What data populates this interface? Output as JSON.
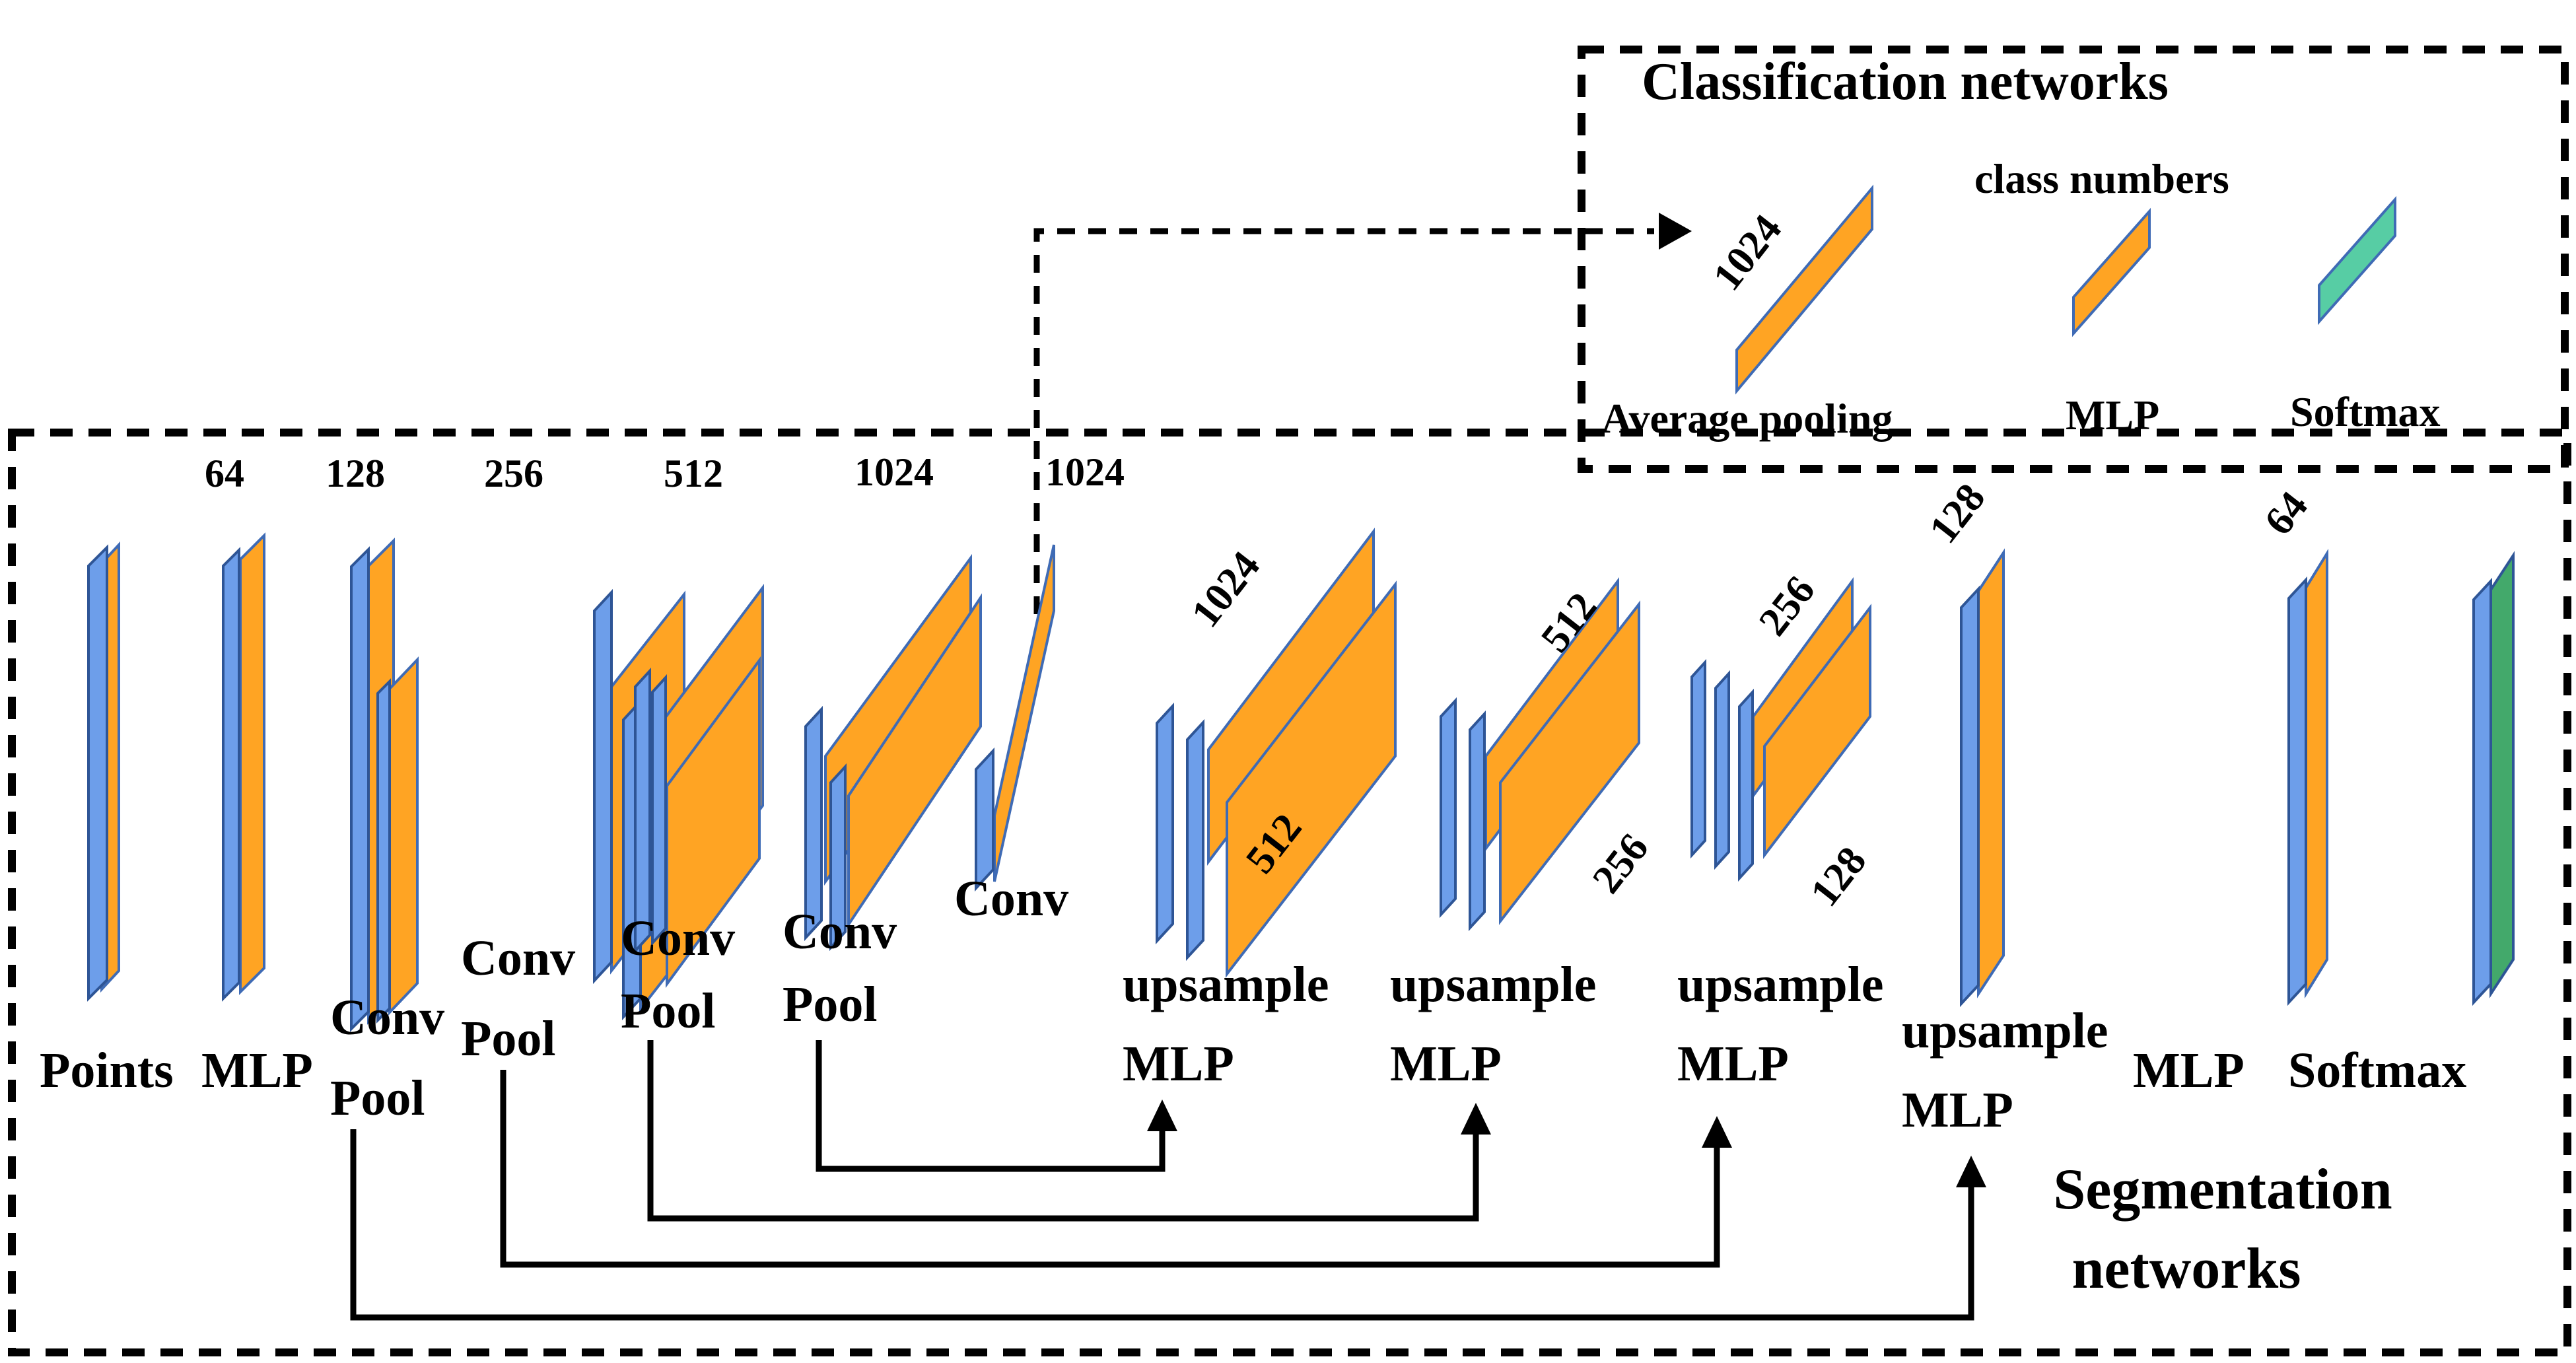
{
  "figure": {
    "type": "neural-network-architecture-diagram",
    "colors": {
      "layer_orange": "#FFA423",
      "layer_blue": "#6D9EEA",
      "softmax_green_classification": "#57CDA4",
      "softmax_green_segmentation": "#43A96B",
      "line_black": "#000000",
      "background": "#FFFFFF"
    }
  },
  "classification_box": {
    "title": "Classification networks",
    "avg_pool_size": "1024",
    "avg_pool_label": "Average pooling",
    "class_numbers_label": "class numbers",
    "mlp_label": "MLP",
    "softmax_label": "Softmax"
  },
  "segmentation_box": {
    "title_line1": "Segmentation",
    "title_line2": "networks",
    "columns": [
      {
        "id": "points",
        "label": "Points"
      },
      {
        "id": "mlp64",
        "label": "MLP",
        "channels": "64"
      },
      {
        "id": "convpool1",
        "line1": "Conv",
        "line2": "Pool",
        "channels": "128"
      },
      {
        "id": "convpool2",
        "line1": "Conv",
        "line2": "Pool",
        "channels": "256"
      },
      {
        "id": "convpool3",
        "line1": "Conv",
        "line2": "Pool",
        "channels": "512"
      },
      {
        "id": "convpool4",
        "line1": "Conv",
        "line2": "Pool",
        "channels": "1024"
      },
      {
        "id": "conv",
        "label": "Conv",
        "channels": "1024"
      },
      {
        "id": "upsample1",
        "line1": "upsample",
        "line2": "MLP",
        "size_top": "1024",
        "size_bottom": "512"
      },
      {
        "id": "upsample2",
        "line1": "upsample",
        "line2": "MLP",
        "size_top": "512",
        "size_bottom": "256"
      },
      {
        "id": "upsample3",
        "line1": "upsample",
        "line2": "MLP",
        "size_top": "256",
        "size_bottom": "128"
      },
      {
        "id": "upsample4",
        "line1": "upsample",
        "line2": "MLP",
        "size_top": "128"
      },
      {
        "id": "mlp_final",
        "label": "MLP",
        "size_top": "64"
      },
      {
        "id": "softmax",
        "label": "Softmax"
      }
    ]
  }
}
